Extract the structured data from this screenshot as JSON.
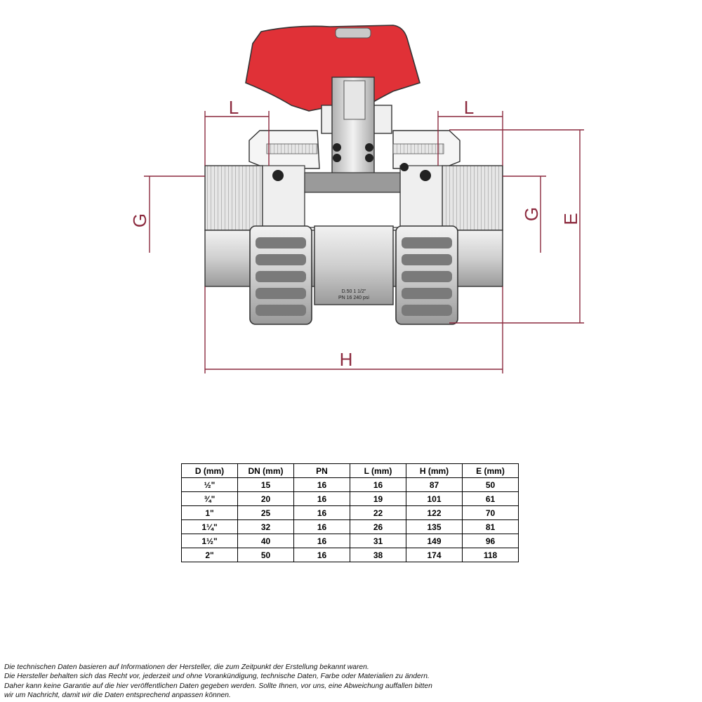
{
  "diagram": {
    "labels": {
      "L_left": "L",
      "L_right": "L",
      "G_left": "G",
      "G_right": "G",
      "E": "E",
      "H": "H"
    },
    "body_marking_line1": "D.50  1  1/2\"",
    "body_marking_line2": "PN 16  240 psi",
    "colors": {
      "handle": "#e03137",
      "dimension": "#8c2a3e",
      "body": "#d9d9d9",
      "body_dark": "#8a8a8a"
    }
  },
  "table": {
    "headers": [
      "D (mm)",
      "DN (mm)",
      "PN",
      "L (mm)",
      "H (mm)",
      "E (mm)"
    ],
    "rows": [
      [
        "½\"",
        "15",
        "16",
        "16",
        "87",
        "50"
      ],
      [
        "¾\"",
        "20",
        "16",
        "19",
        "101",
        "61"
      ],
      [
        "1\"",
        "25",
        "16",
        "22",
        "122",
        "70"
      ],
      [
        "1¼\"",
        "32",
        "16",
        "26",
        "135",
        "81"
      ],
      [
        "1½\"",
        "40",
        "16",
        "31",
        "149",
        "96"
      ],
      [
        "2\"",
        "50",
        "16",
        "38",
        "174",
        "118"
      ]
    ]
  },
  "disclaimer": [
    "Die technischen Daten basieren auf Informationen der Hersteller, die zum Zeitpunkt der Erstellung bekannt waren.",
    "Die Hersteller behalten sich das Recht vor, jederzeit und ohne Vorankündigung, technische Daten, Farbe oder Materialien zu ändern.",
    "Daher kann keine Garantie auf die hier veröffentlichen Daten gegeben werden. Sollte Ihnen, vor uns, eine Abweichung auffallen bitten",
    "wir um Nachricht, damit wir die Daten entsprechend anpassen können."
  ]
}
